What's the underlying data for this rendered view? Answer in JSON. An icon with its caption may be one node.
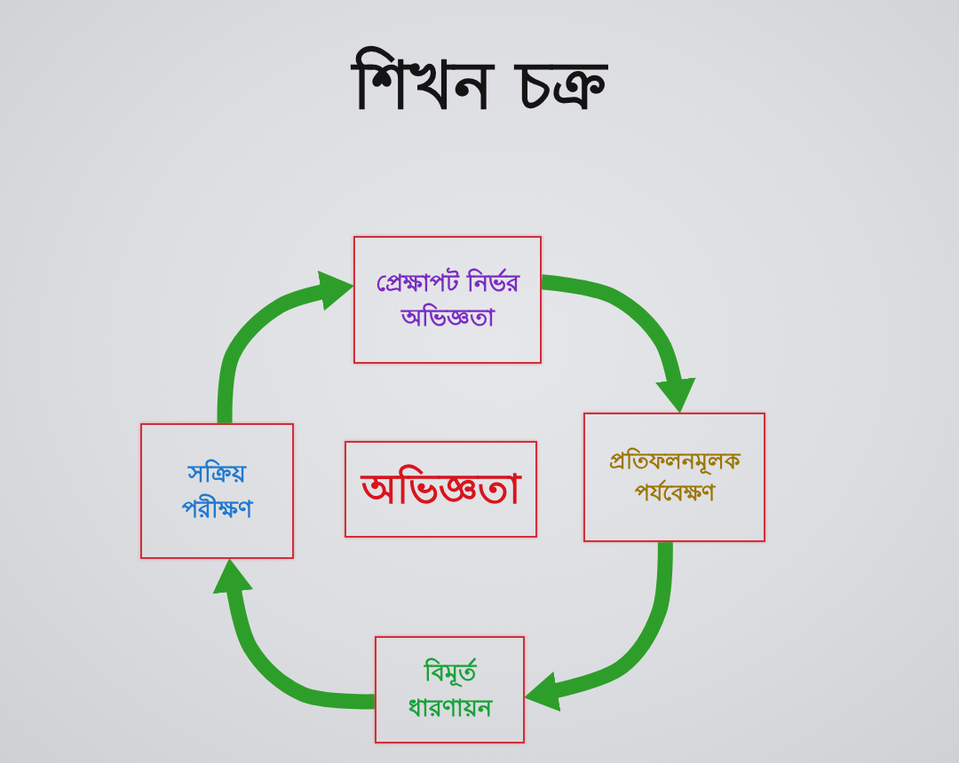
{
  "diagram": {
    "title": "শিখন চক্র",
    "nodes": [
      {
        "text": [
          "প্রেক্ষাপট নির্ভর অভিজ্ঞতা"
        ]
      },
      {
        "text": [
          "প্রতিফলনমূলক পর্যবেক্ষণ"
        ]
      },
      {
        "text": [
          "বিমূর্ত ধারণায়ন"
        ]
      },
      {
        "text": [
          "সক্রিয় পরীক্ষণ"
        ]
      },
      {
        "text": [
          "অভিজ্ঞতা"
        ]
      }
    ],
    "edges": [
      {
        "from": 0,
        "to": 1,
        "arrow": "to"
      },
      {
        "from": 1,
        "to": 2,
        "arrow": "to"
      },
      {
        "from": 2,
        "to": 3,
        "arrow": "to"
      },
      {
        "from": 3,
        "to": 0,
        "arrow": "to"
      }
    ]
  }
}
